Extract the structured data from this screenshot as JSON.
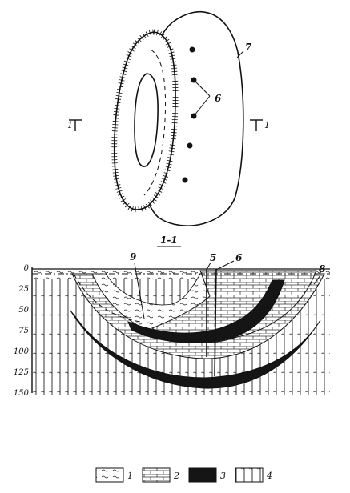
{
  "plan": {
    "callouts": {
      "seven": "7",
      "six": "6"
    },
    "section_marks": {
      "left": "1",
      "right": "1"
    }
  },
  "section": {
    "title": "1-1",
    "callouts": {
      "five": "5",
      "six": "6",
      "eight": "8",
      "nine": "9"
    },
    "depth_scale": [
      "0",
      "25",
      "50",
      "75",
      "100",
      "125",
      "150"
    ]
  },
  "legend": [
    {
      "num": "1",
      "pattern": "wavy-hatch-icon"
    },
    {
      "num": "2",
      "pattern": "brick-hatch-icon"
    },
    {
      "num": "3",
      "pattern": "solid-black-icon"
    },
    {
      "num": "4",
      "pattern": "vertical-hatch-icon"
    }
  ]
}
